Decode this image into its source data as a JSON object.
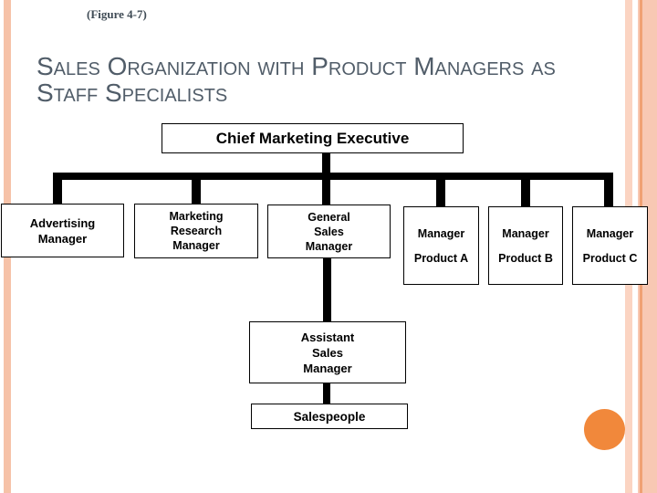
{
  "figure_label": "(Figure 4-7)",
  "title": {
    "line1": "Sales Organization with Product Managers as",
    "line2": "Staff Specialists"
  },
  "org_chart": {
    "chief": "Chief Marketing Executive",
    "advertising": [
      "Advertising",
      "Manager"
    ],
    "marketing_research": [
      "Marketing",
      "Research",
      "Manager"
    ],
    "general_sales": [
      "General",
      "Sales",
      "Manager"
    ],
    "product_a": [
      "Manager",
      "Product A"
    ],
    "product_b": [
      "Manager",
      "Product B"
    ],
    "product_c": [
      "Manager",
      "Product C"
    ],
    "assistant_sales": [
      "Assistant",
      "Sales",
      "Manager"
    ],
    "salespeople": "Salespeople"
  },
  "colors": {
    "title_text": "#515d69",
    "figure_label_text": "#3f4b55",
    "border_stripe_salmon": "#f6c2a8",
    "border_stripe_light": "#fbd4c2",
    "border_stripe_accent": "#f0a173",
    "circle_orange": "#f1883b",
    "connector": "#000000",
    "box_border": "#000000",
    "box_fill": "#ffffff"
  }
}
